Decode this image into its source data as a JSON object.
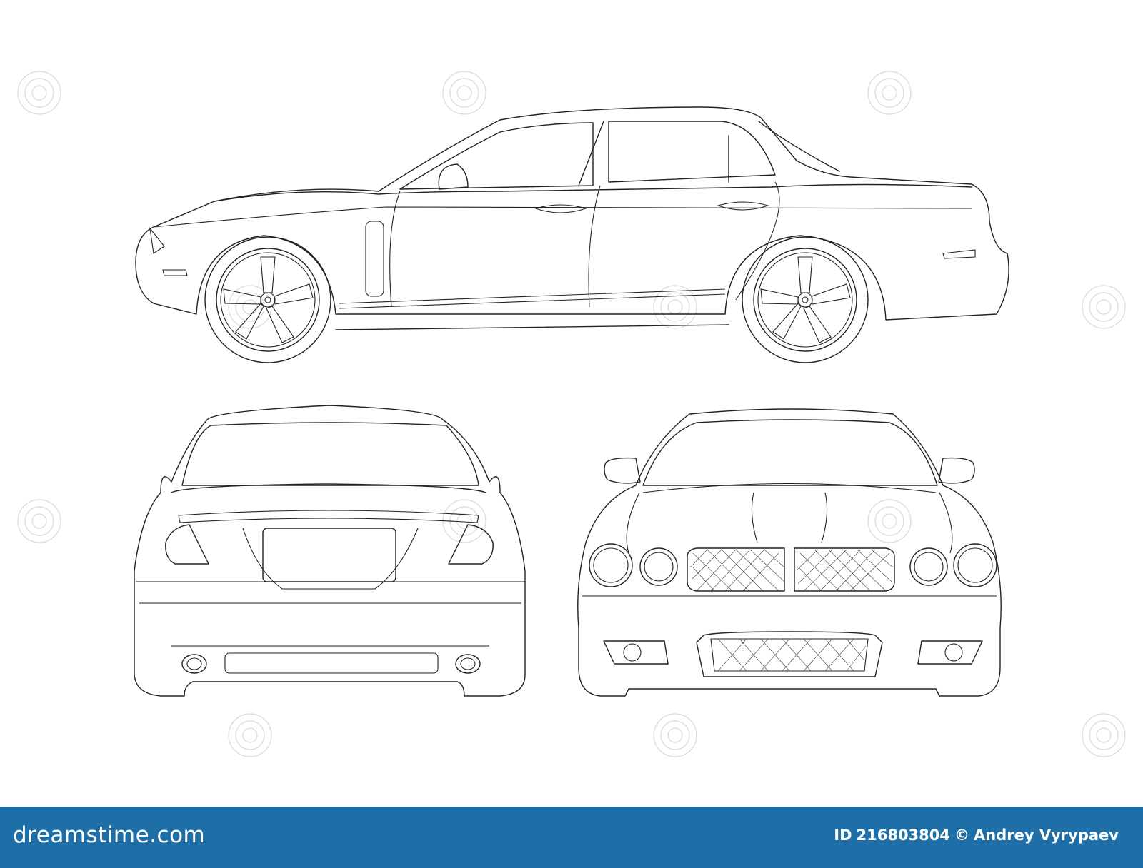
{
  "footer": {
    "brand": "dreamstime.com",
    "id_label": "ID",
    "id_number": "216803804",
    "copyright_symbol": "©",
    "author": "Andrey Vyrypaev",
    "background_color": "#1e6fa8"
  },
  "views": [
    "side-view",
    "rear-view",
    "front-view"
  ],
  "line_color": "#222222",
  "watermark_color": "#d9d9d9"
}
